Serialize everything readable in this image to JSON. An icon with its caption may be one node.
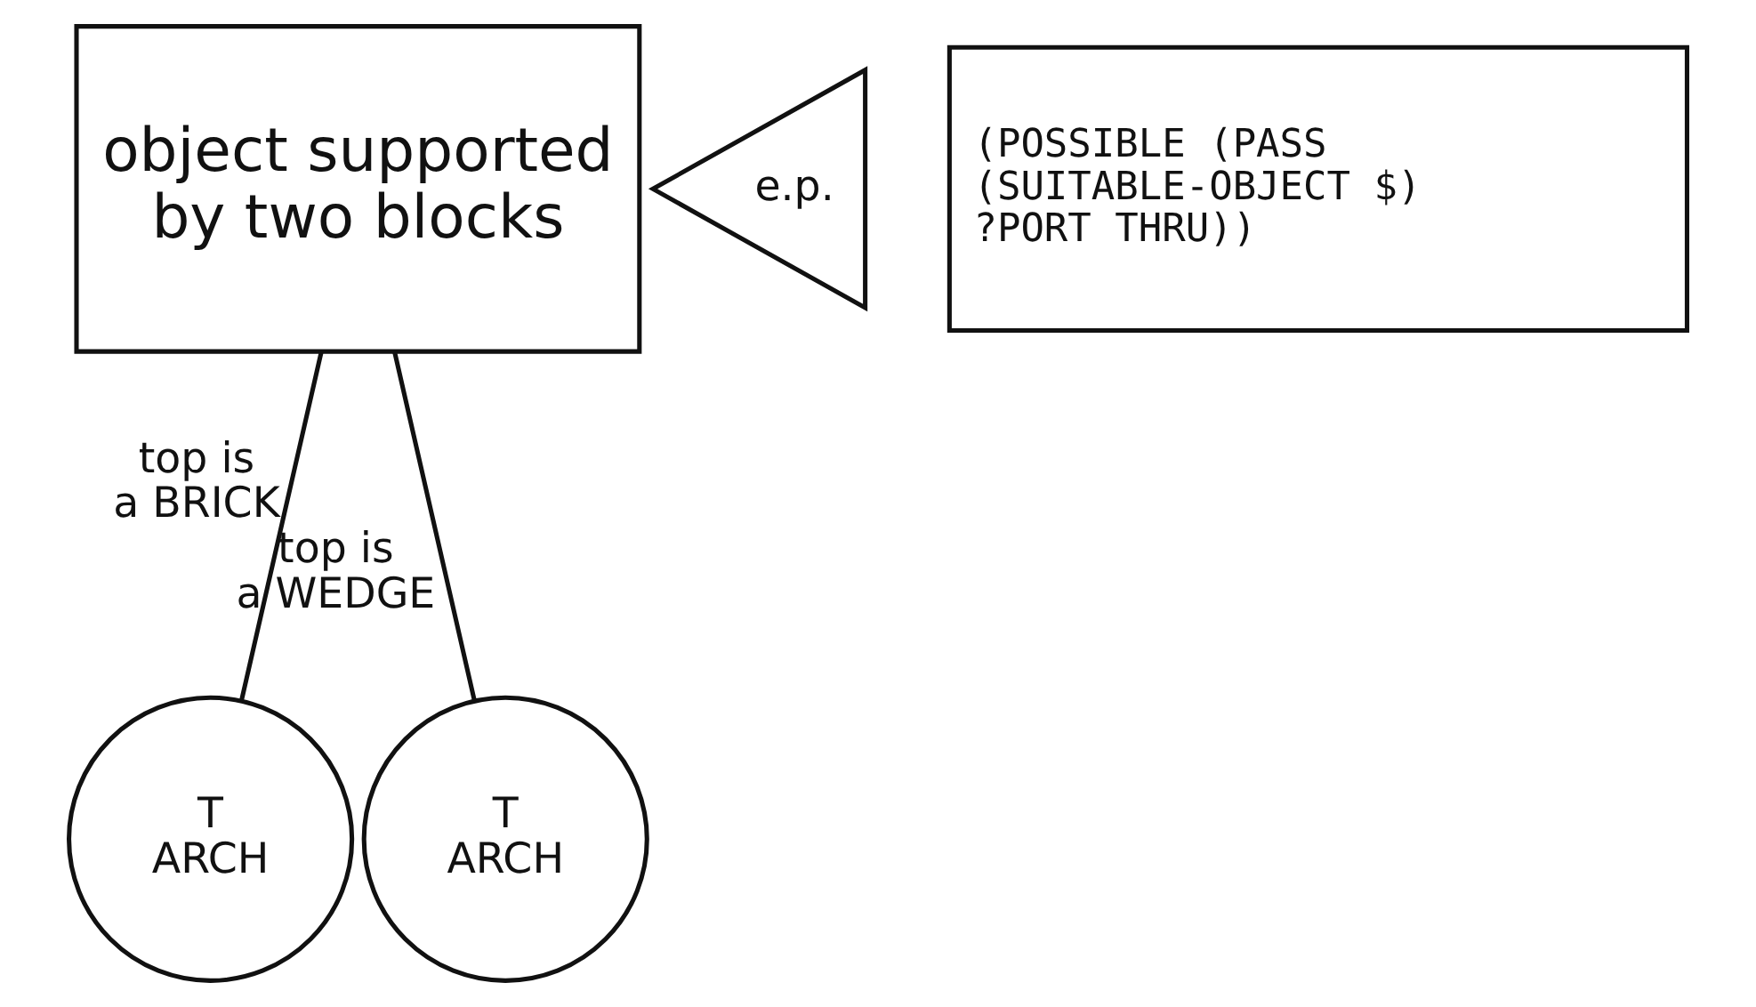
{
  "diagram": {
    "nodes": [
      {
        "text": [
          "object supported by two blocks"
        ]
      },
      {
        "text": [
          "e.p."
        ]
      },
      {
        "text": [
          "(POSSIBLE (PASS (SUITABLE-OBJECT $) ?PORT THRU))"
        ]
      },
      {
        "text": [
          "T",
          "ARCH"
        ]
      },
      {
        "text": [
          "T",
          "ARCH"
        ]
      }
    ],
    "edges": [
      {
        "from": 0,
        "to": 3,
        "arrow": "none",
        "label": "top is a BRICK"
      },
      {
        "from": 0,
        "to": 4,
        "arrow": "none",
        "label": "top is a WEDGE"
      }
    ]
  }
}
